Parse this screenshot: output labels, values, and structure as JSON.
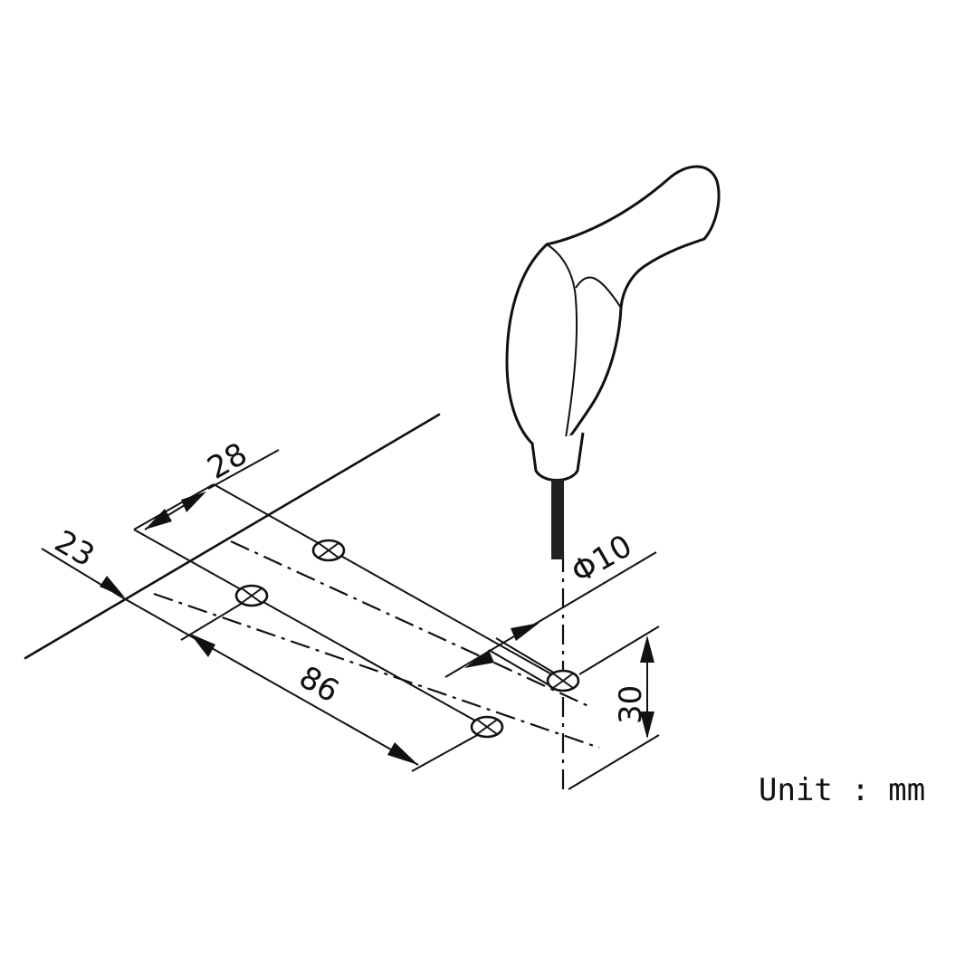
{
  "dimensions": {
    "hole_spacing": "28",
    "edge_offset": "23",
    "length": "86",
    "hole_diameter": "Φ10",
    "drill_depth": "30"
  },
  "unit_label": "Unit : mm",
  "icons": [
    "drill-handle-icon",
    "hole-marker-icon"
  ]
}
